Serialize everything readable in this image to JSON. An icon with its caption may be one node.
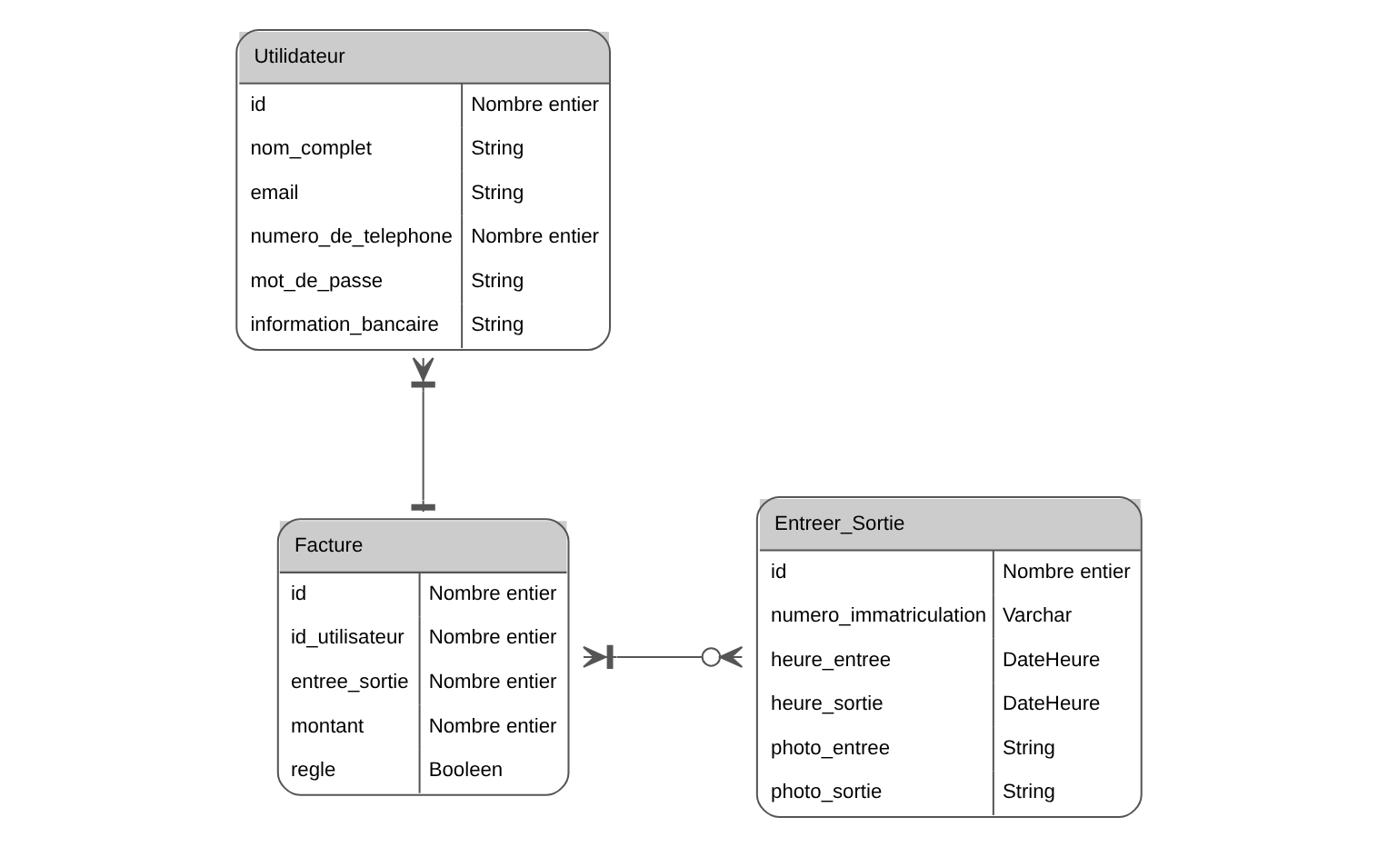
{
  "diagram": {
    "nodes": [
      {
        "text": [
          "Utilidateur",
          "id",
          "Nombre entier",
          "nom_complet",
          "String",
          "email",
          "String",
          "numero_de_telephone",
          "Nombre entier",
          "mot_de_passe",
          "String",
          "information_bancaire",
          "String"
        ]
      },
      {
        "text": [
          "Facture",
          "id",
          "Nombre entier",
          "id_utilisateur",
          "Nombre entier",
          "entree_sortie",
          "Nombre entier",
          "montant",
          "Nombre entier",
          "regle",
          "Booleen"
        ]
      },
      {
        "text": [
          "Entreer_Sortie",
          "id",
          "Nombre entier",
          "numero_immatriculation",
          "Varchar",
          "heure_entree",
          "DateHeure",
          "heure_sortie",
          "DateHeure",
          "photo_entree",
          "String",
          "photo_sortie",
          "String"
        ]
      }
    ],
    "edges": [
      {
        "from": 1,
        "to": 0,
        "arrow": "other"
      },
      {
        "from": 1,
        "to": 2,
        "arrow": "other"
      }
    ]
  }
}
